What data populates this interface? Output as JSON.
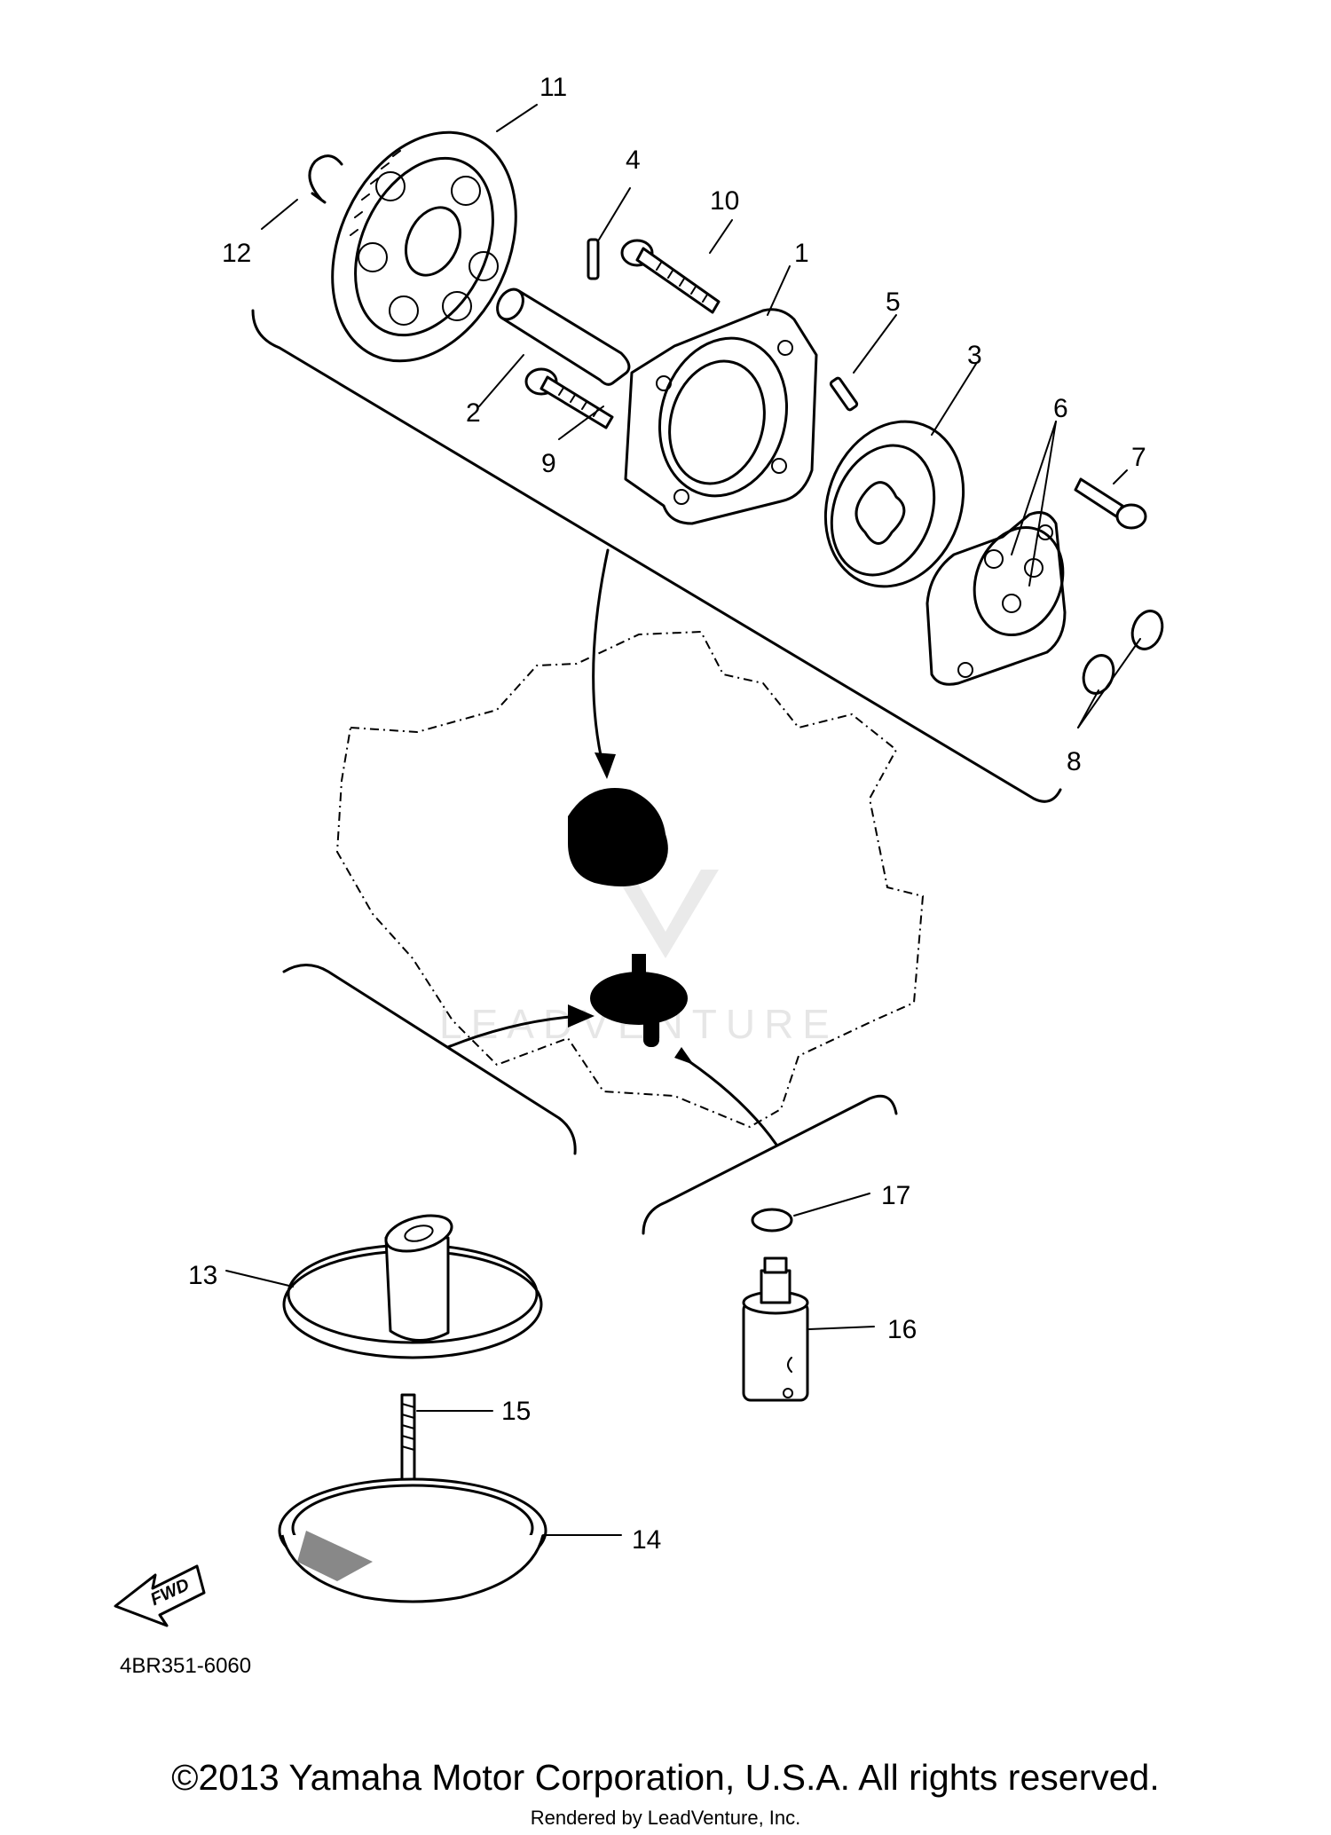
{
  "diagram": {
    "callouts": [
      "1",
      "2",
      "3",
      "4",
      "5",
      "6",
      "7",
      "8",
      "9",
      "10",
      "11",
      "12",
      "13",
      "14",
      "15",
      "16",
      "17"
    ],
    "figure_code": "4BR351-6060",
    "fwd_label": "FWD",
    "watermark": "LEADVENTURE"
  },
  "footer": {
    "copyright": "©2013 Yamaha Motor Corporation, U.S.A. All rights reserved.",
    "rendered_by": "Rendered by LeadVenture, Inc."
  }
}
